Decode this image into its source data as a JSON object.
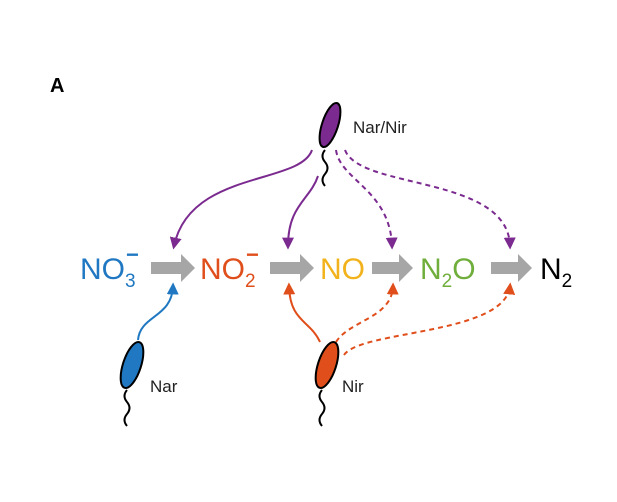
{
  "panel_label": "A",
  "colors": {
    "nitrate": "#1f78c1",
    "nitrite": "#e04e1b",
    "no": "#f2b21b",
    "n2o": "#6fae3a",
    "n2": "#000000",
    "step_arrow": "#a6a6a6",
    "nar_nir": "#7b2a8f",
    "nar": "#1f78c1",
    "nir": "#e04e1b"
  },
  "species": [
    {
      "id": "nitrate",
      "base": "NO",
      "sub": "3",
      "sup": "−"
    },
    {
      "id": "nitrite",
      "base": "NO",
      "sub": "2",
      "sup": "−"
    },
    {
      "id": "no",
      "base": "NO",
      "sub": "",
      "sup": ""
    },
    {
      "id": "n2o",
      "base": "N",
      "sub": "2",
      "post": "O"
    },
    {
      "id": "n2",
      "base": "N",
      "sub": "2",
      "sup": ""
    }
  ],
  "organisms": {
    "nar_nir": {
      "label": "Nar/Nir",
      "icon": "bacterium-icon"
    },
    "nar": {
      "label": "Nar",
      "icon": "bacterium-icon"
    },
    "nir": {
      "label": "Nir",
      "icon": "bacterium-icon"
    }
  }
}
